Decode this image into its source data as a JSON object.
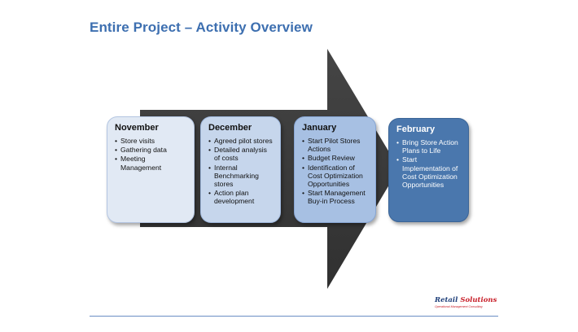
{
  "title": "Entire Project – Activity Overview",
  "colors": {
    "title": "#3d6fb0",
    "arrow": "#3a3a3a",
    "box_november": "#e1e9f4",
    "box_december": "#c6d6ec",
    "box_january": "#a7c0e3",
    "box_february": "#4a77ad"
  },
  "months": [
    {
      "name": "November",
      "items": [
        "Store visits",
        "Gathering data",
        "Meeting Management"
      ]
    },
    {
      "name": "December",
      "items": [
        "Agreed pilot stores",
        "Detailed analysis of costs",
        "Internal Benchmarking stores",
        "Action plan development"
      ]
    },
    {
      "name": "January",
      "items": [
        "Start Pilot Stores Actions",
        "Budget Review",
        "Identification of Cost Optimization Opportunities",
        "Start Management Buy-in Process"
      ]
    },
    {
      "name": "February",
      "items": [
        "Bring Store Action Plans to Life",
        "Start Implementation of Cost Optimization Opportunities"
      ]
    }
  ],
  "logo": {
    "word1": "Retail",
    "word2": "Solutions",
    "tagline": "Operational Management Consulting"
  }
}
